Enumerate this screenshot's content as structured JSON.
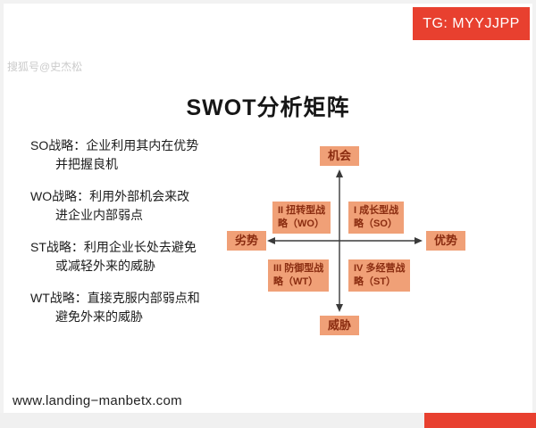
{
  "banner": {
    "text": "TG: MYYJJPP"
  },
  "watermark": {
    "text": "搜狐号@史杰松"
  },
  "title": "SWOT分析矩阵",
  "strategies": [
    {
      "line1": "SO战略：企业利用其内在优势",
      "line2": "并把握良机"
    },
    {
      "line1": "WO战略：利用外部机会来改",
      "line2": "进企业内部弱点"
    },
    {
      "line1": "ST战略：利用企业长处去避免",
      "line2": "或减轻外来的威胁"
    },
    {
      "line1": "WT战略：直接克服内部弱点和",
      "line2": "避免外来的威胁"
    }
  ],
  "matrix": {
    "axis_top": "机会",
    "axis_bottom": "威胁",
    "axis_left": "劣势",
    "axis_right": "优势",
    "quadrant_1": {
      "line1": "I 成长型战",
      "line2": "略（SO）"
    },
    "quadrant_2": {
      "line1": "II 扭转型战",
      "line2": "略（WO）"
    },
    "quadrant_3": {
      "line1": "III 防御型战",
      "line2": "略（WT）"
    },
    "quadrant_4": {
      "line1": "IV 多经营战",
      "line2": "略（ST）"
    }
  },
  "footer": {
    "url": "www.landing−manbetx.com"
  },
  "colors": {
    "banner_red": "#e8402f",
    "box_orange": "#f0a077",
    "box_text_maroon": "#8a2c10",
    "strip_gray": "#f0f0f0"
  }
}
